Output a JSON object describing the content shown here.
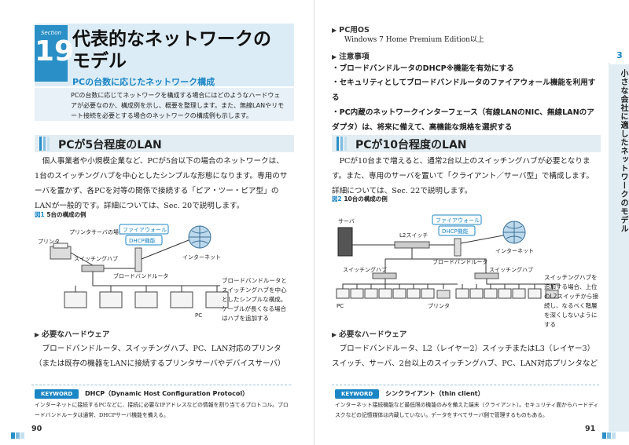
{
  "left_page": {
    "section_label": "Section",
    "section_number": "19",
    "title": "代表的なネットワークのモデル",
    "subtitle": "PCの台数に応じたネットワーク構成",
    "intro": "PCの台数に応じてネットワークを構成する場合にはどのようなハードウェアが必要なのか、構成例を示し、概要を整理します。また、無線LANやリモート接続を必要とする場合のネットワークの構成例も示します。",
    "heading": "PCが5台程度のLAN",
    "body": "個人事業者や小規模企業など、PCが5台以下の場合のネットワークは、1台のスイッチングハブを中心としたシンプルな形態になります。専用のサーバを置かず、各PCを対等の関係で接続する「ピア・ツー・ピア型」のLANが一般的です。詳細については、Sec. 20で説明します。",
    "figure_caption_num": "図1",
    "figure_caption": "5台の構成の例",
    "diagram": {
      "printer_server_label": "プリンタサーバの場合",
      "printer_label": "プリンタ",
      "firewall_label": "ファイアウォール",
      "dhcp_label": "DHCP機能",
      "internet_label": "インターネット",
      "switch_label": "スイッチングハブ",
      "router_label": "ブロードバンドルータ",
      "pc_label": "PC",
      "note": "ブロードバンドルータとスイッチングハブを中心としたシンプルな構成。ケーブルが長くなる場合はハブを追加する"
    },
    "hardware_heading": "必要なハードウェア",
    "hardware_text": "ブロードバンドルータ、スイッチングハブ、PC、LAN対応のプリンタ（または既存の機器をLANに接続するプリンタサーバやデバイスサーバ）",
    "keyword_badge": "KEYWORD",
    "keyword_title": "DHCP（Dynamic Host Configuration Protocol）",
    "keyword_text": "インターネットに接続するPCなどに、接続に必要なIPアドレスなどの情報を割り当てるプロトコル。ブロードバンドルータは通常、DHCPサーバ機能を備える。",
    "page_number": "90"
  },
  "right_page": {
    "os_heading": "PC用OS",
    "os_text": "Windows 7 Home Premium Edition以上",
    "caution_heading": "注意事項",
    "caution_items": [
      "・ブロードバンドルータのDHCP※機能を有効にする",
      "・セキュリティとしてブロードバンドルータのファイアウォール機能を利用する",
      "・PC内蔵のネットワークインターフェース（有線LANのNIC、無線LANのアダプタ）は、将来に備えて、高機能な規格を選択する"
    ],
    "heading": "PCが10台程度のLAN",
    "body": "PCが10台まで増えると、通常2台以上のスイッチングハブが必要となります。また、専用のサーバを置いて「クライアント／サーバ型」で構成します。詳細については、Sec. 22で説明します。",
    "figure_caption_num": "図2",
    "figure_caption": "10台の構成の例",
    "diagram": {
      "server_label": "サーバ",
      "l2switch_label": "L2スイッチ",
      "firewall_label": "ファイアウォール",
      "dhcp_label": "DHCP機能",
      "internet_label": "インターネット",
      "router_label": "ブロードバンドルータ",
      "switch_left_label": "スイッチングハブ",
      "switch_right_label": "スイッチングハブ",
      "pc_label": "PC",
      "printer_label": "プリンタ",
      "note": "スイッチングハブを追加する場合、上位のL2スイッチから接続し、なるべく階層を深くしないようにする"
    },
    "hardware_heading": "必要なハードウェア",
    "hardware_text": "ブロードバンドルータ、L2（レイヤー2）スイッチまたはL3（レイヤー3）スイッチ、サーバ、2台以上のスイッチングハブ、PC、LAN対応プリンタなど",
    "keyword_badge": "KEYWORD",
    "keyword_title": "シンクライアント（thin client）",
    "keyword_text": "インターネット接続機能など最低限の機能のみを備えた端末（クライアント）。セキュリティ面からハードディスクなどの記憶媒体は内蔵していない。データをすべてサーバ側で管理するものもある。",
    "page_number": "91",
    "side_chapter": "3",
    "side_title": "小さな会社に適したネットワークのモデル"
  },
  "colors": {
    "accent": "#1b86c6",
    "section_block": "#2a8fc6",
    "heading_bg": "#e2edf3"
  }
}
